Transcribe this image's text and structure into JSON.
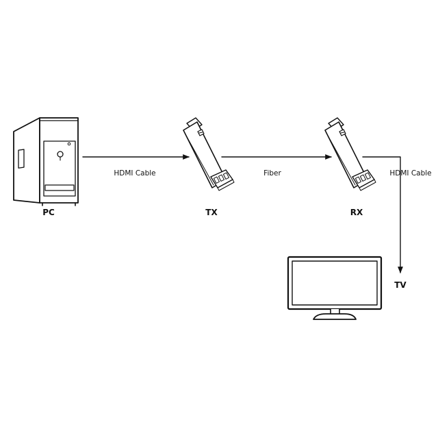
{
  "nodes": {
    "pc": "PC",
    "tx": "TX",
    "rx": "RX",
    "tv": "TV"
  },
  "links": {
    "pc_to_tx": "HDMI Cable",
    "tx_to_rx": "Fiber",
    "rx_to_tv": "HDMI Cable"
  },
  "icons": {
    "pc": "desktop-tower-icon",
    "tx": "hdmi-fiber-transmitter-icon",
    "rx": "hdmi-fiber-receiver-icon",
    "tv": "flat-screen-monitor-icon"
  },
  "colors": {
    "line": "#111111",
    "background": "#ffffff"
  }
}
